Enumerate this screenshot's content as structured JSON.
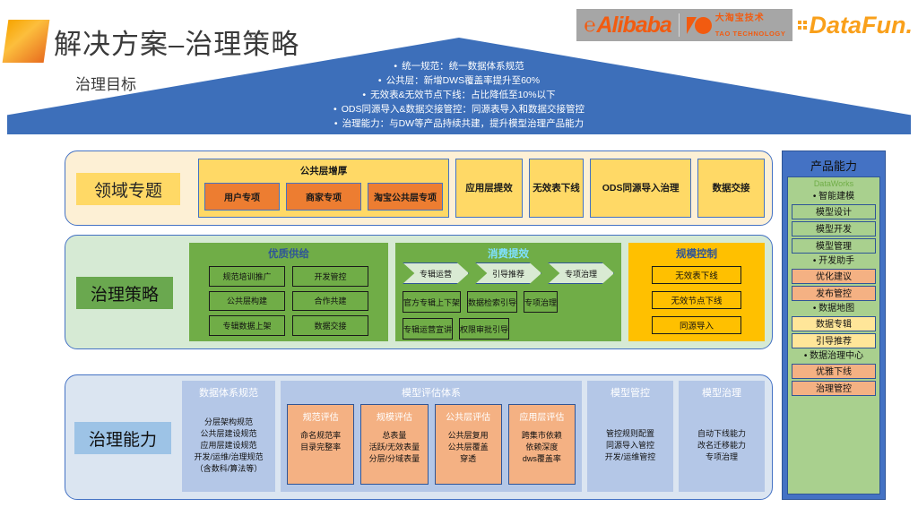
{
  "header": {
    "title": "解决方案–治理策略",
    "subtitle": "治理目标",
    "logos": {
      "alibaba": "Alibaba",
      "alibaba_mark": "e-swirl",
      "tao_cn": "大淘宝技术",
      "tao_en": "TAO TECHNOLOGY",
      "datafun": "DataFun."
    }
  },
  "banner": {
    "bullet": "•",
    "lines": [
      "统一规范：统一数据体系规范",
      "公共层：新增DWS覆盖率提升至60%",
      "无效表&无效节点下线：占比降低至10%以下",
      "ODS同源导入&数据交接管控：同源表导入和数据交接管控",
      "治理能力：与DW等产品持续共建，提升模型治理产品能力"
    ]
  },
  "band_domain": {
    "label": "领域专题",
    "public_layer": {
      "title": "公共层增厚",
      "items": [
        "用户专项",
        "商家专项",
        "淘宝公共层专项"
      ]
    },
    "cards": [
      "应用层提效",
      "无效表下线",
      "ODS同源导入治理",
      "数据交接"
    ]
  },
  "band_strategy": {
    "label": "治理策略",
    "groups": [
      {
        "title": "优质供给",
        "items": [
          "规范培训推广",
          "开发管控",
          "公共层构建",
          "合作共建",
          "专辑数据上架",
          "数据交接"
        ]
      },
      {
        "title": "消费提效",
        "arrows": [
          "专辑运营",
          "引导推荐",
          "专项治理"
        ],
        "row1": [
          "官方专辑上下架",
          "数据检索引导",
          "专项治理"
        ],
        "row2": [
          "专辑运营宣讲",
          "权限审批引导"
        ]
      },
      {
        "title": "规模控制",
        "items": [
          "无效表下线",
          "无效节点下线",
          "同源导入"
        ]
      }
    ]
  },
  "band_capability": {
    "label": "治理能力",
    "spec": {
      "title": "数据体系规范",
      "body": "分层架构规范\n公共层建设规范\n应用层建设规范\n开发/运维/治理规范\n（含数科/算法等）"
    },
    "eval": {
      "title": "模型评估体系",
      "cards": [
        {
          "title": "规范评估",
          "body": "命名规范率\n目录完整率"
        },
        {
          "title": "规模评估",
          "body": "总表量\n活跃/无效表量\n分层/分域表量"
        },
        {
          "title": "公共层评估",
          "body": "公共层复用\n公共层覆盖\n穿透"
        },
        {
          "title": "应用层评估",
          "body": "跨集市依赖\n依赖深度\ndws覆盖率"
        }
      ]
    },
    "control": {
      "title": "模型管控",
      "body": "管控规则配置\n同源导入管控\n开发/运维管控"
    },
    "governance": {
      "title": "模型治理",
      "body": "自动下线能力\n改名迁移能力\n专项治理"
    }
  },
  "sidebar": {
    "title": "产品能力",
    "brand": "DataWorks",
    "bullet": "•",
    "entries": [
      {
        "kind": "head",
        "label": "• 智能建模"
      },
      {
        "kind": "item",
        "label": "模型设计",
        "color": "green"
      },
      {
        "kind": "item",
        "label": "模型开发",
        "color": "green"
      },
      {
        "kind": "item",
        "label": "模型管理",
        "color": "green"
      },
      {
        "kind": "head",
        "label": "• 开发助手"
      },
      {
        "kind": "item",
        "label": "优化建议",
        "color": "orange"
      },
      {
        "kind": "item",
        "label": "发布管控",
        "color": "orange"
      },
      {
        "kind": "head",
        "label": "• 数据地图"
      },
      {
        "kind": "item",
        "label": "数据专辑",
        "color": "yellow"
      },
      {
        "kind": "item",
        "label": "引导推荐",
        "color": "yellow"
      },
      {
        "kind": "head",
        "label": "• 数据治理中心"
      },
      {
        "kind": "item",
        "label": "优雅下线",
        "color": "orange"
      },
      {
        "kind": "item",
        "label": "治理管控",
        "color": "orange"
      }
    ]
  },
  "colors": {
    "banner_blue": "#3d6fba",
    "accent_blue": "#4472c4",
    "domain_bg": "#fdf0d5",
    "domain_label": "#ffd966",
    "strategy_bg": "#d6ead4",
    "strategy_label": "#6aa84f",
    "group_green": "#70ad47",
    "group_orange": "#ffc000",
    "capability_bg": "#dbe5f1",
    "capability_label": "#9dc3e6",
    "panel_blue": "#b4c7e7",
    "card_orange": "#f4b183",
    "alibaba_orange": "#f25b10",
    "datafun_orange": "#f9a01b"
  }
}
